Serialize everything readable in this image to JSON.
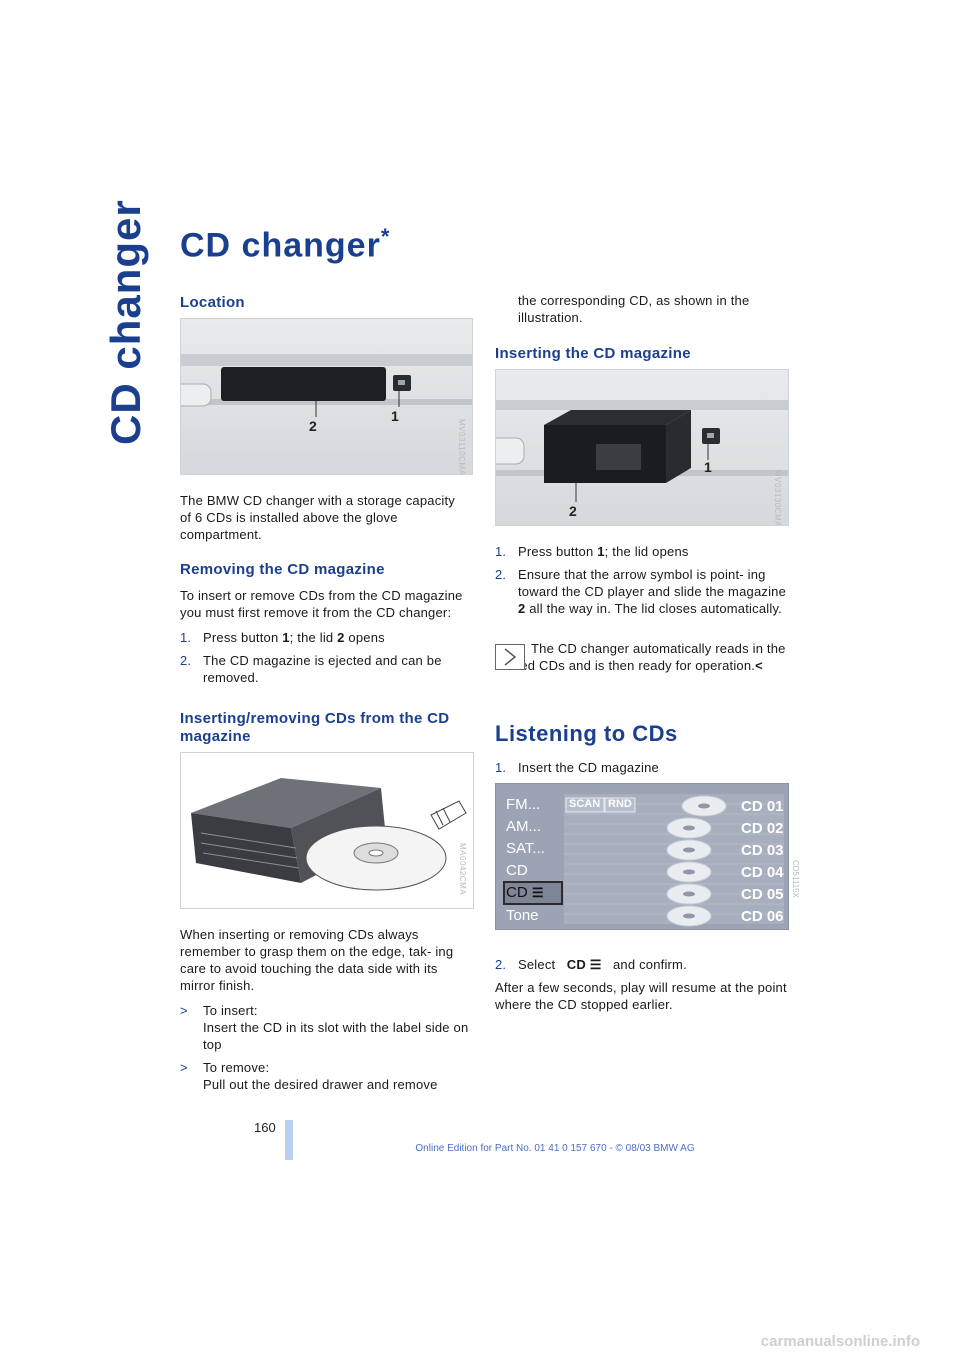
{
  "sidebar_title": "CD changer",
  "page_title": "CD changer",
  "title_asterisk": "*",
  "location": {
    "heading": "Location",
    "callout_1": "1",
    "callout_2": "2",
    "image_code": "MV03110CMA",
    "body": "The BMW CD changer with a storage capacity of 6 CDs is installed above the glove compartment."
  },
  "removing": {
    "heading": "Removing the CD magazine",
    "intro": "To insert or remove CDs from the CD magazine you must first remove it from the CD changer:",
    "steps": [
      {
        "num": "1.",
        "text_a": "Press button ",
        "b1": "1",
        "text_b": "; the lid ",
        "b2": "2",
        "text_c": " opens"
      },
      {
        "num": "2.",
        "text": "The CD magazine is ejected and can be removed."
      }
    ]
  },
  "inserting_cds": {
    "heading": "Inserting/removing CDs from the CD magazine",
    "image_code": "MA0042CMA",
    "body": "When inserting or removing CDs always remember to grasp them on the edge, tak- ing care to avoid touching the data side with its mirror finish.",
    "bullets": [
      {
        "marker": ">",
        "text_a": "To insert:",
        "text_b": "Insert the CD in its slot with the label side on top"
      },
      {
        "marker": ">",
        "text_a": "To remove:",
        "text_b": "Pull out the desired drawer and remove"
      }
    ],
    "continuation": "the corresponding CD, as shown in the illustration."
  },
  "inserting_magazine": {
    "heading": "Inserting the CD magazine",
    "callout_1": "1",
    "callout_2": "2",
    "image_code": "MV03130CMA",
    "steps": [
      {
        "num": "1.",
        "text_a": "Press button ",
        "b1": "1",
        "text_b": "; the lid opens"
      },
      {
        "num": "2.",
        "text_a": "Ensure that the arrow symbol is point- ing toward the CD player and slide the magazine ",
        "b1": "2",
        "text_b": " all the way in. The lid closes automatically."
      }
    ],
    "note": "The CD changer automatically reads in the loaded CDs and is then ready for operation.",
    "note_end": "<"
  },
  "listening": {
    "heading": "Listening to CDs",
    "step1_num": "1.",
    "step1": "Insert the CD magazine",
    "menu": {
      "left_items": [
        "FM...",
        "AM...",
        "SAT...",
        "CD",
        "CD",
        "Tone"
      ],
      "buttons": [
        "SCAN",
        "RND"
      ],
      "cds": [
        "CD 01",
        "CD 02",
        "CD 03",
        "CD 04",
        "CD 05",
        "CD 06"
      ],
      "image_code": "CD51115X"
    },
    "step2_num": "2.",
    "step2_a": "Select",
    "step2_b": "and confirm.",
    "resume": "After a few seconds, play will resume at the point where the CD stopped earlier."
  },
  "page_number": "160",
  "footer": "Online Edition for Part No. 01 41 0 157 670 - © 08/03 BMW AG",
  "watermark": "carmanualsonline.info"
}
